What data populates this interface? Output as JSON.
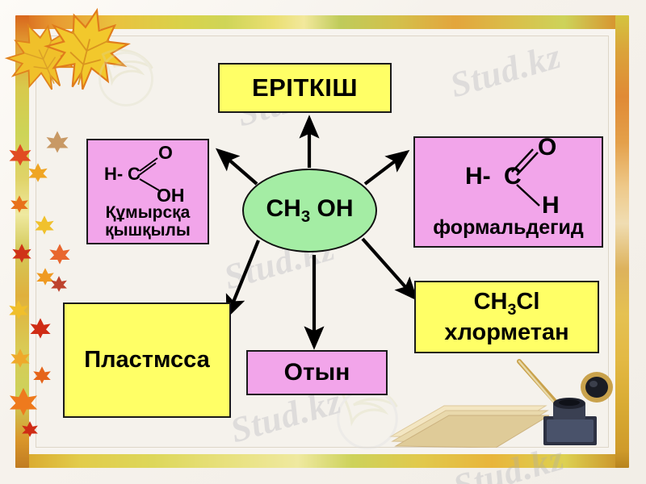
{
  "slide": {
    "title_node": "ЕРІТКІШ",
    "center": {
      "formula_main": "CH",
      "formula_sub": "3",
      "formula_tail": " OH"
    },
    "nodes": {
      "solvent": {
        "label": "ЕРІТКІШ",
        "color": "#ffff66"
      },
      "plastic": {
        "label": "Пластмсса",
        "color": "#ffff66"
      },
      "fuel": {
        "label": "Отын",
        "color": "#f2a5ea"
      },
      "chloromethane": {
        "formula": "CH",
        "formula_sub": "3",
        "formula_tail": "Cl",
        "label": "хлорметан",
        "color": "#ffff66"
      },
      "formic_acid": {
        "h_atom": "H-",
        "c_atom": "C",
        "o_atom": "O",
        "oh_group": "OH",
        "name_line1": "Құмырсқа",
        "name_line2": "қышқылы",
        "color": "#f2a5ea"
      },
      "formaldehyde": {
        "h_atom": "H-",
        "c_atom": "C",
        "o_atom": "O",
        "h2_atom": "H",
        "name": "формальдегид",
        "color": "#f2a5ea"
      }
    },
    "watermarks": [
      "Stud.kz",
      "Stud.kz",
      "Stud.kz",
      "Stud.kz",
      "Stud.kz",
      "Stud.kz",
      "Stud.kz"
    ],
    "colors": {
      "yellow_box": "#ffff66",
      "pink_box": "#f2a5ea",
      "center_ellipse": "#a4eda4",
      "outline": "#1a1a1a",
      "paper": "#f5f2ec"
    }
  }
}
